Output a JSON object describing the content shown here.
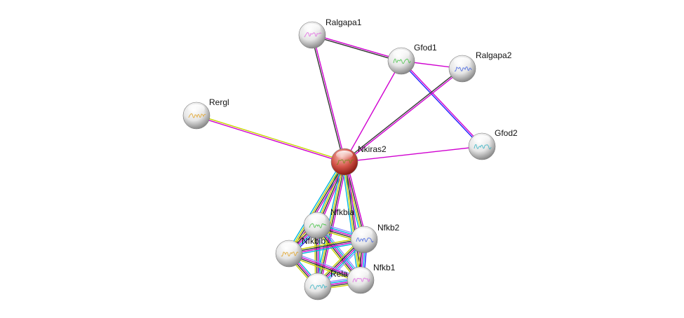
{
  "network": {
    "nodes": [
      {
        "id": "Ralgapa1",
        "label": "Ralgapa1",
        "query": false
      },
      {
        "id": "Gfod1",
        "label": "Gfod1",
        "query": false
      },
      {
        "id": "Ralgapa2",
        "label": "Ralgapa2",
        "query": false
      },
      {
        "id": "Rergl",
        "label": "Rergl",
        "query": false
      },
      {
        "id": "Gfod2",
        "label": "Gfod2",
        "query": false
      },
      {
        "id": "Nkiras2",
        "label": "Nkiras2",
        "query": true
      },
      {
        "id": "Nfkbia",
        "label": "Nfkbia",
        "query": false
      },
      {
        "id": "Nfkb2",
        "label": "Nfkb2",
        "query": false
      },
      {
        "id": "Nfkbib",
        "label": "Nfkbib",
        "query": false
      },
      {
        "id": "Rela",
        "label": "Rela",
        "query": false
      },
      {
        "id": "Nfkb1",
        "label": "Nfkb1",
        "query": false
      }
    ],
    "evidence_colors": {
      "textmining": "#c8d400",
      "experiments": "#d000d0",
      "coexpression": "#333333",
      "database": "#00b4e0",
      "homology": "#2020ff",
      "other": "#9090ff"
    },
    "edges": [
      {
        "a": "Ralgapa1",
        "b": "Gfod1",
        "evidence": [
          "experiments",
          "coexpression"
        ]
      },
      {
        "a": "Ralgapa1",
        "b": "Nkiras2",
        "evidence": [
          "experiments",
          "coexpression"
        ]
      },
      {
        "a": "Gfod1",
        "b": "Ralgapa2",
        "evidence": [
          "experiments"
        ]
      },
      {
        "a": "Gfod1",
        "b": "Gfod2",
        "evidence": [
          "experiments",
          "homology"
        ]
      },
      {
        "a": "Gfod1",
        "b": "Nkiras2",
        "evidence": [
          "experiments"
        ]
      },
      {
        "a": "Ralgapa2",
        "b": "Nkiras2",
        "evidence": [
          "experiments",
          "coexpression"
        ]
      },
      {
        "a": "Rergl",
        "b": "Nkiras2",
        "evidence": [
          "textmining",
          "experiments"
        ]
      },
      {
        "a": "Gfod2",
        "b": "Nkiras2",
        "evidence": [
          "experiments"
        ]
      },
      {
        "a": "Nkiras2",
        "b": "Nfkbia",
        "evidence": [
          "experiments",
          "coexpression",
          "textmining",
          "database"
        ]
      },
      {
        "a": "Nkiras2",
        "b": "Nfkb2",
        "evidence": [
          "experiments",
          "coexpression",
          "textmining",
          "database"
        ]
      },
      {
        "a": "Nkiras2",
        "b": "Nfkbib",
        "evidence": [
          "experiments",
          "coexpression",
          "textmining",
          "database"
        ]
      },
      {
        "a": "Nkiras2",
        "b": "Rela",
        "evidence": [
          "experiments",
          "coexpression",
          "textmining",
          "database"
        ]
      },
      {
        "a": "Nkiras2",
        "b": "Nfkb1",
        "evidence": [
          "experiments",
          "coexpression",
          "textmining",
          "database"
        ]
      },
      {
        "a": "Nfkbia",
        "b": "Nfkb2",
        "evidence": [
          "other",
          "database",
          "experiments",
          "coexpression",
          "textmining"
        ]
      },
      {
        "a": "Nfkbia",
        "b": "Nfkbib",
        "evidence": [
          "homology",
          "database",
          "experiments",
          "coexpression",
          "textmining"
        ]
      },
      {
        "a": "Nfkbia",
        "b": "Rela",
        "evidence": [
          "database",
          "experiments",
          "coexpression",
          "textmining"
        ]
      },
      {
        "a": "Nfkbia",
        "b": "Nfkb1",
        "evidence": [
          "other",
          "database",
          "experiments",
          "coexpression",
          "textmining"
        ]
      },
      {
        "a": "Nfkb2",
        "b": "Nfkbib",
        "evidence": [
          "database",
          "experiments",
          "coexpression",
          "textmining"
        ]
      },
      {
        "a": "Nfkb2",
        "b": "Rela",
        "evidence": [
          "other",
          "database",
          "experiments",
          "coexpression",
          "textmining"
        ]
      },
      {
        "a": "Nfkb2",
        "b": "Nfkb1",
        "evidence": [
          "homology",
          "database",
          "experiments",
          "coexpression",
          "textmining"
        ]
      },
      {
        "a": "Nfkbib",
        "b": "Rela",
        "evidence": [
          "database",
          "experiments",
          "coexpression",
          "textmining"
        ]
      },
      {
        "a": "Nfkbib",
        "b": "Nfkb1",
        "evidence": [
          "other",
          "experiments",
          "coexpression",
          "textmining"
        ]
      },
      {
        "a": "Rela",
        "b": "Nfkb1",
        "evidence": [
          "other",
          "database",
          "experiments",
          "coexpression",
          "textmining"
        ]
      }
    ]
  }
}
